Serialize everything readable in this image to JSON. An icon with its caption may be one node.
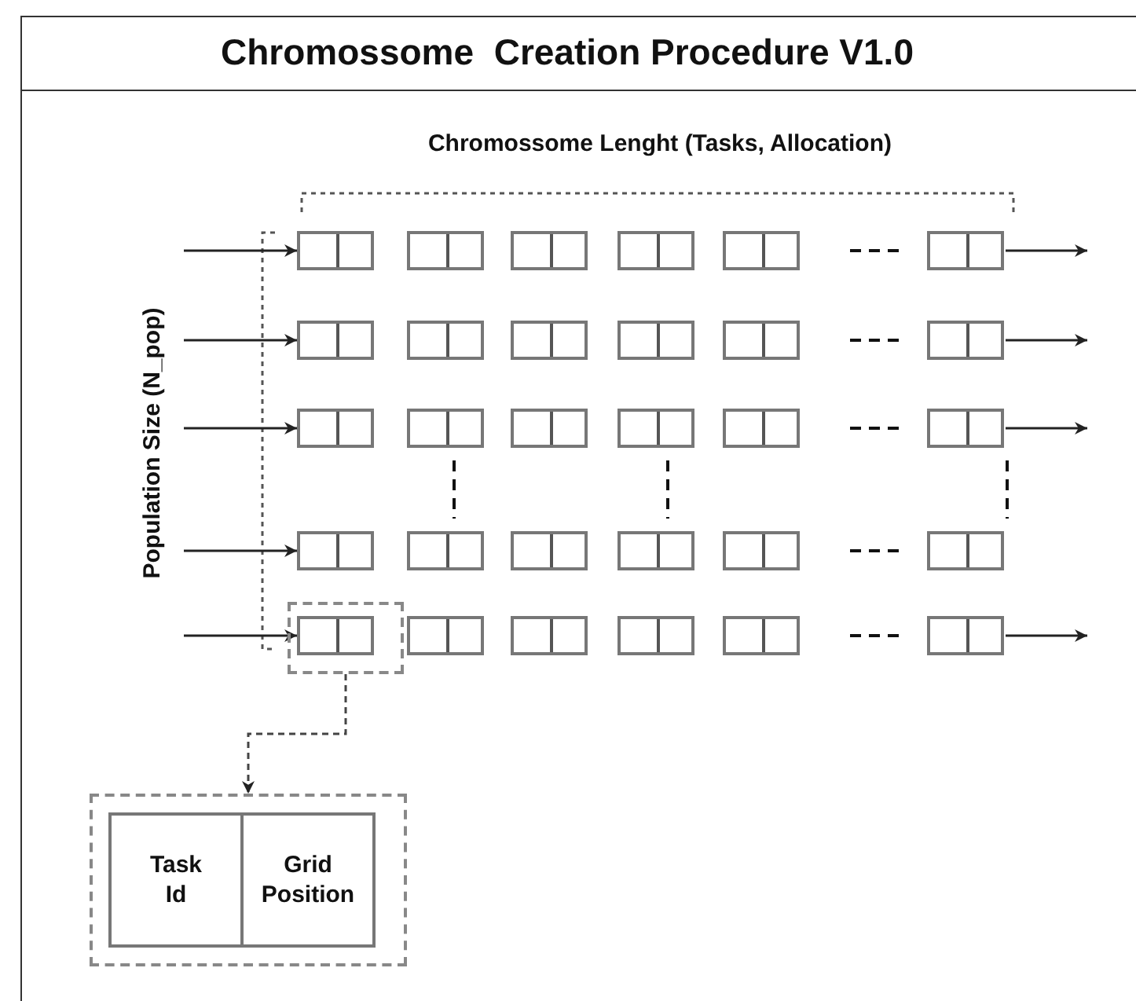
{
  "diagram": {
    "title": "Chromossome  Creation Procedure V1.0",
    "nodes": [
      {
        "text": [],
        "shape": "box"
      },
      {
        "text": [],
        "shape": "box"
      },
      {
        "text": [],
        "shape": "box"
      },
      {
        "text": [],
        "shape": "box"
      },
      {
        "text": [],
        "shape": "box"
      },
      {
        "text": [],
        "shape": "box"
      },
      {
        "text": [],
        "shape": "box"
      },
      {
        "text": [],
        "shape": "box"
      },
      {
        "text": [],
        "shape": "box"
      },
      {
        "text": [],
        "shape": "box"
      },
      {
        "text": [],
        "shape": "box"
      },
      {
        "text": [],
        "shape": "box"
      },
      {
        "text": [],
        "shape": "box"
      },
      {
        "text": [],
        "shape": "box"
      },
      {
        "text": [],
        "shape": "box"
      },
      {
        "text": [],
        "shape": "box"
      },
      {
        "text": [],
        "shape": "box"
      },
      {
        "text": [],
        "shape": "box"
      },
      {
        "text": [],
        "shape": "box"
      },
      {
        "text": [],
        "shape": "box"
      },
      {
        "text": [],
        "shape": "box"
      },
      {
        "text": [],
        "shape": "box"
      },
      {
        "text": [],
        "shape": "box"
      },
      {
        "text": [],
        "shape": "box"
      },
      {
        "text": [],
        "shape": "box"
      },
      {
        "text": [],
        "shape": "box",
        "in": 24
      },
      {
        "text": [],
        "shape": "box"
      },
      {
        "text": [],
        "shape": "box"
      },
      {
        "text": [],
        "shape": "box"
      },
      {
        "text": [],
        "shape": "box"
      },
      {
        "text": [],
        "shape": "box"
      },
      {
        "text": [],
        "shape": "box"
      },
      {
        "text": [
          "Task Id"
        ],
        "in": 31
      },
      {
        "text": [
          "Grid Position"
        ],
        "in": 31
      }
    ],
    "edges": [
      {
        "from": null,
        "to": 0,
        "arrow": "to"
      },
      {
        "from": 5,
        "to": null,
        "arrow": "to"
      },
      {
        "from": null,
        "to": 6,
        "arrow": "to"
      },
      {
        "from": 11,
        "to": null,
        "arrow": "to"
      },
      {
        "from": null,
        "to": 12,
        "arrow": "to"
      },
      {
        "from": 17,
        "to": null,
        "arrow": "to"
      },
      {
        "from": null,
        "to": 18,
        "arrow": "to"
      },
      {
        "from": null,
        "to": 25,
        "arrow": "to"
      },
      {
        "from": 30,
        "to": null,
        "arrow": "to"
      },
      {
        "from": 24,
        "to": 31,
        "arrow": "to",
        "style": "dashed"
      }
    ],
    "labels": [
      "Chromossome Lenght (Tasks, Allocation)",
      "Population Size (N_pop)"
    ]
  }
}
